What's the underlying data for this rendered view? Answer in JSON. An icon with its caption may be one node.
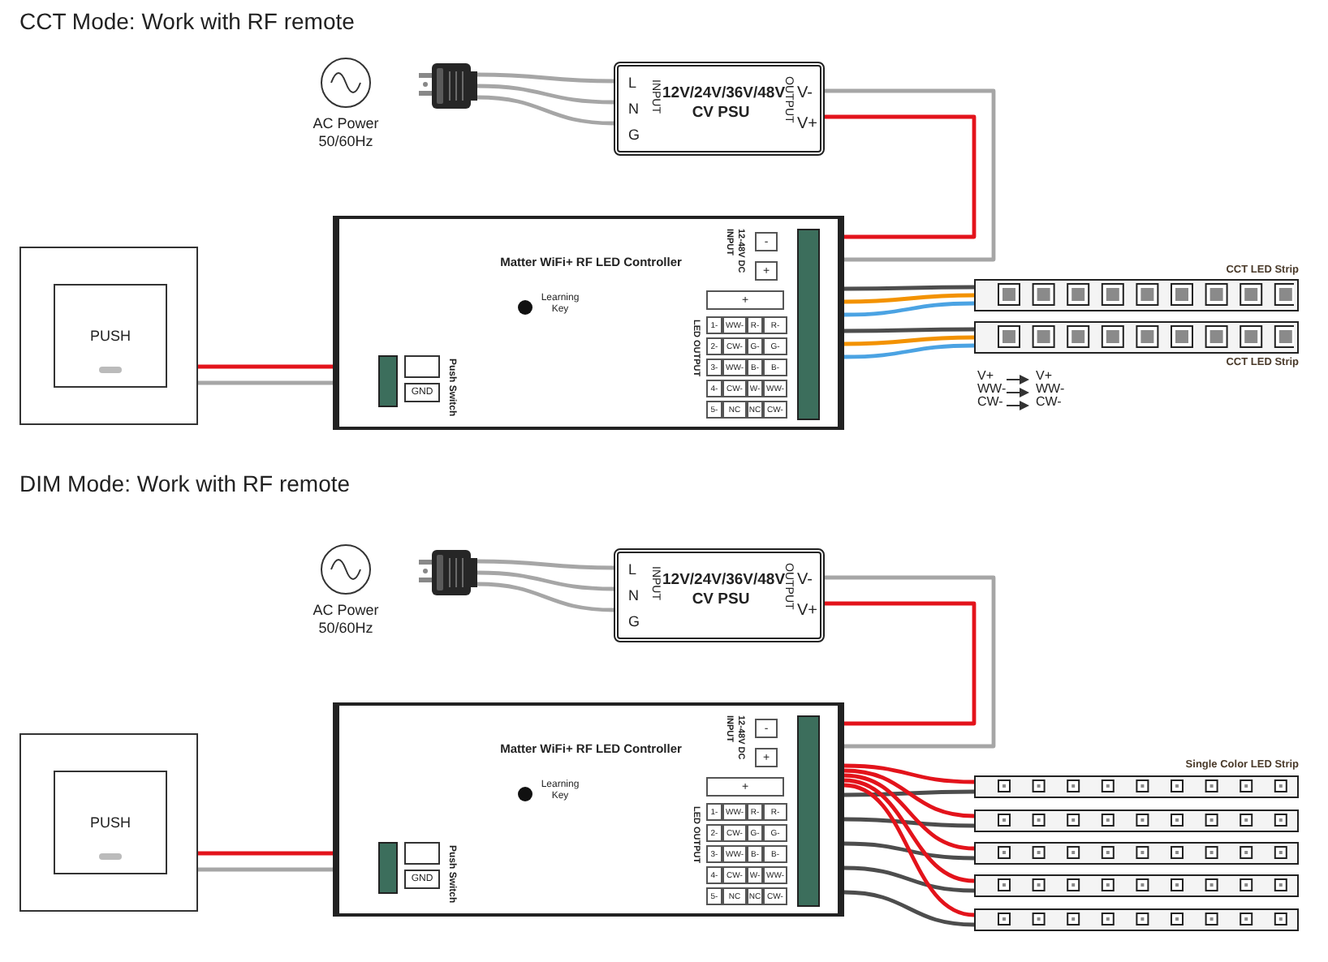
{
  "diagram": {
    "nodes": [
      {
        "text": [],
        "shape": "circle",
        "beside": [
          "AC Power 50/60Hz"
        ]
      },
      {
        "text": [],
        "shape": "picture"
      },
      {
        "text": [
          "L",
          "N",
          "G",
          "INPUT",
          "12V/24V/36V/48V CV PSU",
          "OUTPUT",
          "V-",
          "V+"
        ]
      },
      {
        "text": [
          "PUSH"
        ]
      },
      {
        "text": [
          "Matter WiFi+ RF LED Controller",
          "Learning Key",
          "Push Switch",
          "GND",
          "12-48V DC INPUT",
          "-",
          "+",
          "+",
          "LED OUTPUT",
          "1-",
          "WW-",
          "R-",
          "R-",
          "2-",
          "CW-",
          "G-",
          "G-",
          "3-",
          "WW-",
          "B-",
          "B-",
          "4-",
          "CW-",
          "W-",
          "WW-",
          "5-",
          "NC",
          "NC",
          "CW-"
        ]
      },
      {
        "text": [
          "CCT LED Strip"
        ]
      },
      {
        "text": [
          "CCT LED Strip"
        ]
      },
      {
        "text": [],
        "shape": "circle",
        "beside": [
          "AC Power 50/60Hz"
        ]
      },
      {
        "text": [],
        "shape": "picture"
      },
      {
        "text": [
          "L",
          "N",
          "G",
          "INPUT",
          "12V/24V/36V/48V CV PSU",
          "OUTPUT",
          "V-",
          "V+"
        ]
      },
      {
        "text": [
          "PUSH"
        ]
      },
      {
        "text": [
          "Matter WiFi+ RF LED Controller",
          "Learning Key",
          "Push Switch",
          "GND",
          "12-48V DC INPUT",
          "-",
          "+",
          "+",
          "LED OUTPUT",
          "1-",
          "WW-",
          "R-",
          "R-",
          "2-",
          "CW-",
          "G-",
          "G-",
          "3-",
          "WW-",
          "B-",
          "B-",
          "4-",
          "CW-",
          "W-",
          "WW-",
          "5-",
          "NC",
          "NC",
          "CW-"
        ]
      },
      {
        "text": [
          "Single Color LED Strip"
        ]
      },
      {
        "text": [],
        "shape": "bar"
      },
      {
        "text": [],
        "shape": "bar"
      },
      {
        "text": [],
        "shape": "bar"
      },
      {
        "text": [],
        "shape": "bar"
      }
    ],
    "edges": [
      {
        "from": 1,
        "to": 2,
        "arrow": "none"
      },
      {
        "from": 1,
        "to": 2,
        "arrow": "none"
      },
      {
        "from": 1,
        "to": 2,
        "arrow": "none"
      },
      {
        "from": 2,
        "to": 4,
        "arrow": "none"
      },
      {
        "from": 2,
        "to": 4,
        "arrow": "none",
        "color": "#e3131b"
      },
      {
        "from": 3,
        "to": 4,
        "arrow": "none",
        "color": "#e3131b"
      },
      {
        "from": 3,
        "to": 4,
        "arrow": "none"
      },
      {
        "from": 4,
        "to": 5,
        "arrow": "none",
        "color": "#4d4d4d"
      },
      {
        "from": 4,
        "to": 5,
        "arrow": "none",
        "color": "#f39200"
      },
      {
        "from": 4,
        "to": 5,
        "arrow": "none",
        "color": "#4ba3e3"
      },
      {
        "from": 4,
        "to": 6,
        "arrow": "none",
        "color": "#4d4d4d"
      },
      {
        "from": 4,
        "to": 6,
        "arrow": "none",
        "color": "#f39200"
      },
      {
        "from": 4,
        "to": 6,
        "arrow": "none",
        "color": "#4ba3e3"
      },
      {
        "from": 8,
        "to": 9,
        "arrow": "none"
      },
      {
        "from": 8,
        "to": 9,
        "arrow": "none"
      },
      {
        "from": 8,
        "to": 9,
        "arrow": "none"
      },
      {
        "from": 9,
        "to": 11,
        "arrow": "none"
      },
      {
        "from": 9,
        "to": 11,
        "arrow": "none",
        "color": "#e3131b"
      },
      {
        "from": 10,
        "to": 11,
        "arrow": "none",
        "color": "#e3131b"
      },
      {
        "from": 10,
        "to": 11,
        "arrow": "none"
      },
      {
        "from": 11,
        "to": 12,
        "arrow": "none",
        "color": "#e3131b"
      },
      {
        "from": 11,
        "to": 12,
        "arrow": "none",
        "color": "#4d4d4d"
      },
      {
        "from": 11,
        "to": 13,
        "arrow": "none",
        "color": "#e3131b"
      },
      {
        "from": 11,
        "to": 13,
        "arrow": "none",
        "color": "#4d4d4d"
      },
      {
        "from": 11,
        "to": 14,
        "arrow": "none",
        "color": "#e3131b"
      },
      {
        "from": 11,
        "to": 14,
        "arrow": "none",
        "color": "#4d4d4d"
      },
      {
        "from": 11,
        "to": 15,
        "arrow": "none",
        "color": "#e3131b"
      },
      {
        "from": 11,
        "to": 15,
        "arrow": "none",
        "color": "#4d4d4d"
      },
      {
        "from": 11,
        "to": 16,
        "arrow": "none",
        "color": "#e3131b"
      },
      {
        "from": 11,
        "to": 16,
        "arrow": "none",
        "color": "#4d4d4d"
      }
    ],
    "labels": [
      "CCT Mode: Work with RF remote",
      "V+",
      "V+",
      "WW-",
      "WW-",
      "CW-",
      "CW-",
      "DIM Mode: Work with RF remote"
    ]
  }
}
